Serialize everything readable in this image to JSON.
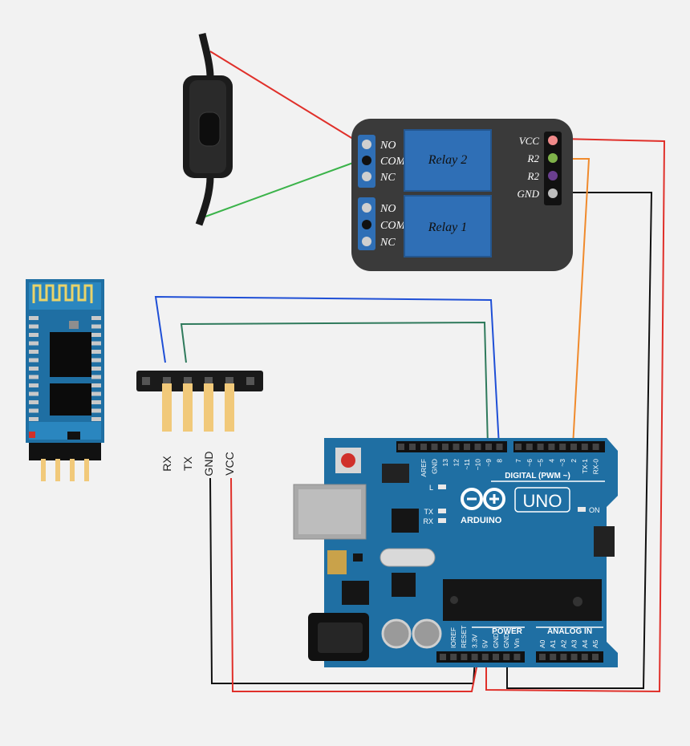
{
  "relay_module": {
    "left_channel_pins": [
      "NO",
      "COM",
      "NC",
      "NO",
      "COM",
      "NC"
    ],
    "relay_labels": [
      "Relay 2",
      "Relay 1"
    ],
    "header_pins": [
      "VCC",
      "R2",
      "R2",
      "GND"
    ]
  },
  "bt_header": {
    "pins": [
      "RX",
      "TX",
      "GND",
      "VCC"
    ]
  },
  "arduino": {
    "digital_pins": [
      "AREF",
      "GND",
      "13",
      "12",
      "~11",
      "~10",
      "~9",
      "8",
      "7",
      "~6",
      "~5",
      "4",
      "~3",
      "2",
      "TX-1",
      "RX-0"
    ],
    "digital_label": "DIGITAL (PWM ~)",
    "led_l": "L",
    "led_tx": "TX",
    "led_rx": "RX",
    "brand": "ARDUINO",
    "model": "UNO",
    "on_label": "ON",
    "power_label": "POWER",
    "analog_label": "ANALOG IN",
    "power_pins": [
      "IOREF",
      "RESET",
      "3.3V",
      "5V",
      "GND",
      "GND",
      "Vin"
    ],
    "analog_pins": [
      "A0",
      "A1",
      "A2",
      "A3",
      "A4",
      "A5"
    ]
  },
  "colors": {
    "wire_red": "#e0302a",
    "wire_green": "#3bb34a",
    "wire_blue": "#1f4fd6",
    "wire_teal": "#2f7a5c",
    "wire_orange": "#f08a2c",
    "wire_black": "#111111",
    "board_blue": "#1f6fa3",
    "relay_body": "#3a3a3a",
    "relay_coil": "#2f6fb6"
  }
}
